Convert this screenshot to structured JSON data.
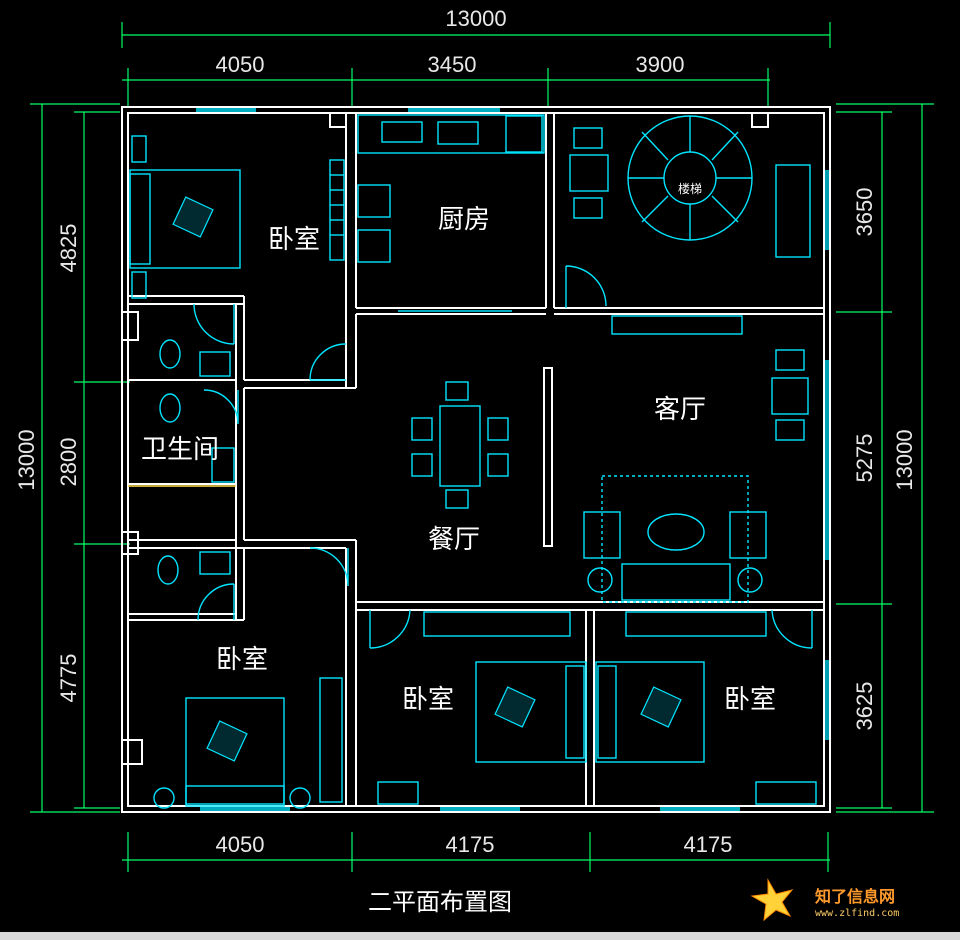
{
  "title": "二平面布置图",
  "rooms": {
    "bedroom_nw": "卧室",
    "kitchen": "厨房",
    "stairs": "楼梯",
    "living": "客厅",
    "bathroom": "卫生间",
    "dining": "餐厅",
    "bedroom_sw": "卧室",
    "bedroom_s_mid": "卧室",
    "bedroom_se": "卧室"
  },
  "dimensions": {
    "top_total": "13000",
    "top": [
      "4050",
      "3450",
      "3900"
    ],
    "bottom": [
      "4050",
      "4175",
      "4175"
    ],
    "left_total": "13000",
    "left": [
      "4825",
      "2800",
      "4775"
    ],
    "right_total": "13000",
    "right": [
      "3650",
      "5275",
      "3625"
    ]
  },
  "logo": {
    "text": "知了信息网",
    "url": "www.zlfind.com"
  },
  "colors": {
    "background": "#000000",
    "walls": "#ffffff",
    "dimension_lines": "#00ff66",
    "fixtures": "#00e5ff",
    "accent": "#ffe14d"
  }
}
